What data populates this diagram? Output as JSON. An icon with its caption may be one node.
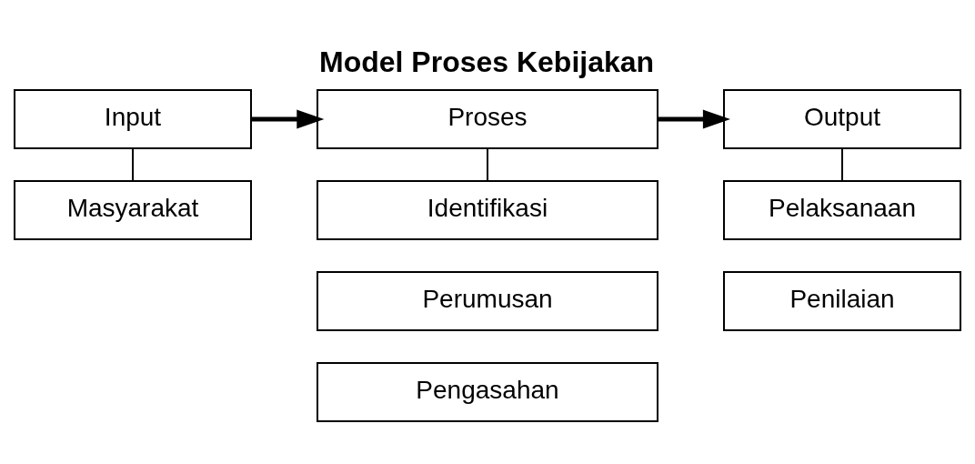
{
  "diagram": {
    "title": "Model Proses Kebijakan",
    "nodes": [
      {
        "text": [
          "Input"
        ]
      },
      {
        "text": [
          "Masyarakat"
        ]
      },
      {
        "text": [
          "Proses"
        ]
      },
      {
        "text": [
          "Identifikasi"
        ]
      },
      {
        "text": [
          "Perumusan"
        ]
      },
      {
        "text": [
          "Pengasahan"
        ]
      },
      {
        "text": [
          "Output"
        ]
      },
      {
        "text": [
          "Pelaksanaan"
        ]
      },
      {
        "text": [
          "Penilaian"
        ]
      }
    ],
    "edges": [
      {
        "from": 0,
        "to": 1,
        "arrow": "none"
      },
      {
        "from": 0,
        "to": 2,
        "arrow": "to",
        "style": "thick"
      },
      {
        "from": 2,
        "to": 3,
        "arrow": "none"
      },
      {
        "from": 2,
        "to": 6,
        "arrow": "to",
        "style": "thick"
      },
      {
        "from": 6,
        "to": 7,
        "arrow": "none"
      }
    ]
  }
}
